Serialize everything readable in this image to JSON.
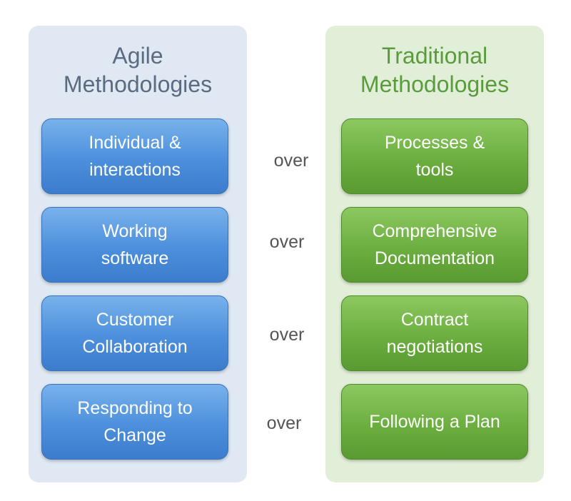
{
  "agile": {
    "title_line1": "Agile",
    "title_line2": "Methodologies",
    "color": "#4c8fdc",
    "items": [
      {
        "line1": "Individual &",
        "line2": "interactions"
      },
      {
        "line1": "Working",
        "line2": "software"
      },
      {
        "line1": "Customer",
        "line2": "Collaboration"
      },
      {
        "line1": "Responding to",
        "line2": "Change"
      }
    ]
  },
  "traditional": {
    "title_line1": "Traditional",
    "title_line2": "Methodologies",
    "color": "#6cae40",
    "items": [
      {
        "line1": "Processes &",
        "line2": "tools"
      },
      {
        "line1": "Comprehensive",
        "line2": "Documentation"
      },
      {
        "line1": "Contract",
        "line2": "negotiations"
      },
      {
        "line1": "Following a Plan",
        "line2": ""
      }
    ]
  },
  "connector_label": "over",
  "connectors": [
    "over",
    "over",
    "over",
    "over"
  ]
}
